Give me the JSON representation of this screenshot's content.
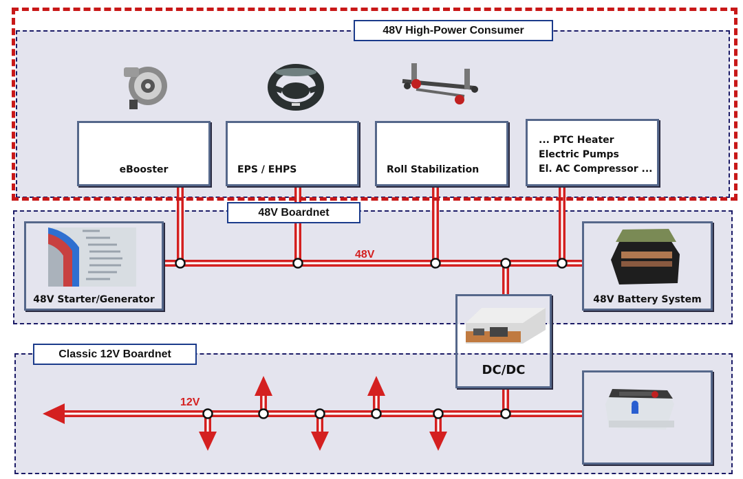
{
  "sections": {
    "high_power": {
      "title": "48V High-Power Consumer"
    },
    "boardnet48": {
      "title": "48V Boardnet",
      "voltage": "48V"
    },
    "boardnet12": {
      "title": "Classic 12V Boardnet",
      "voltage": "12V"
    }
  },
  "consumers": [
    {
      "label": "eBooster",
      "icon": "turbo-icon"
    },
    {
      "label": "EPS / EHPS",
      "icon": "steering-wheel-icon"
    },
    {
      "label": "Roll Stabilization",
      "icon": "axle-icon"
    },
    {
      "lines": [
        "... PTC Heater",
        "Electric Pumps",
        "El. AC Compressor ..."
      ]
    }
  ],
  "components": {
    "starter": {
      "label": "48V Starter/Generator",
      "icon": "stator-icon"
    },
    "battery48": {
      "label": "48V Battery System",
      "icon": "battery-pack-icon"
    },
    "dcdc": {
      "label": "DC/DC",
      "icon": "converter-icon"
    },
    "battery12": {
      "icon": "car-battery-icon"
    }
  },
  "colors": {
    "wire": "#d42020",
    "frame_dash": "#c81818",
    "section_border": "#1a1a66",
    "section_fill": "#e4e4ee"
  }
}
